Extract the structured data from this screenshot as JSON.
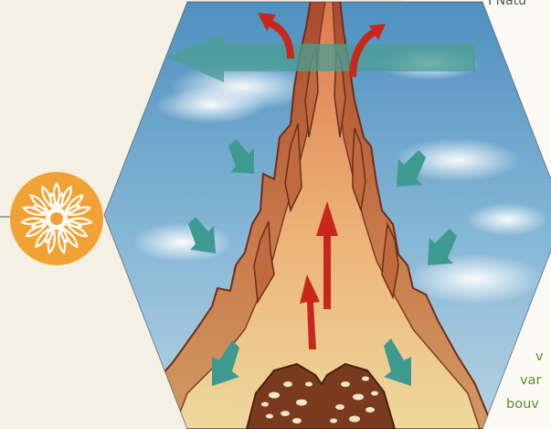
{
  "texts": {
    "top_right": "Natu",
    "green_1": "v",
    "green_2": "var",
    "green_3": "bouv"
  },
  "icons": {
    "badge": "sunflower-icon"
  },
  "colors": {
    "sky": "#5a9ac4",
    "mound": "#b3623a",
    "chamber": "#e9d596",
    "wind_arrow": "#4a9e94",
    "heat_arrow": "#c23022",
    "badge_orange": "#f2a235",
    "page_bg": "#f4f1e4",
    "text_green": "#5e8e2e"
  }
}
